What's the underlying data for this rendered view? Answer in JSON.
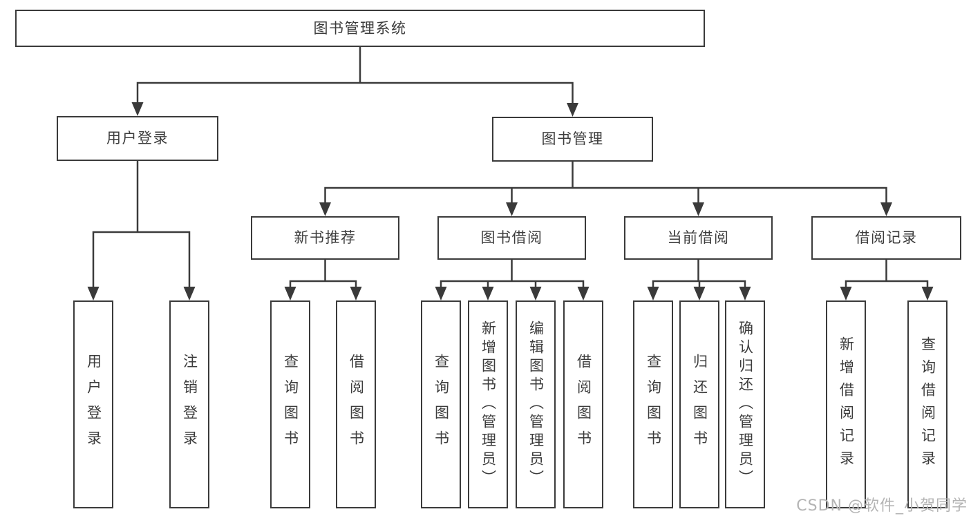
{
  "diagram": {
    "root": {
      "label": "图书管理系统"
    },
    "branches": [
      {
        "label": "用户登录",
        "children": [
          "用户登录",
          "注销登录"
        ]
      },
      {
        "label": "图书管理",
        "sections": [
          {
            "label": "新书推荐",
            "children": [
              "查询图书",
              "借阅图书"
            ]
          },
          {
            "label": "图书借阅",
            "children": [
              "查询图书",
              "新增图书（管理员）",
              "编辑图书（管理员）",
              "借阅图书"
            ]
          },
          {
            "label": "当前借阅",
            "children": [
              "查询图书",
              "归还图书",
              "确认归还（管理员）"
            ]
          },
          {
            "label": "借阅记录",
            "children": [
              "新增借阅记录",
              "查询借阅记录"
            ]
          }
        ]
      }
    ],
    "watermark": "CSDN @软件_小贺同学",
    "colors": {
      "line": "#3a3a3a",
      "box_border": "#3a3a3a",
      "text": "#3c3c3c",
      "watermark_text": "#b4b4b4",
      "background": "#ffffff"
    }
  }
}
